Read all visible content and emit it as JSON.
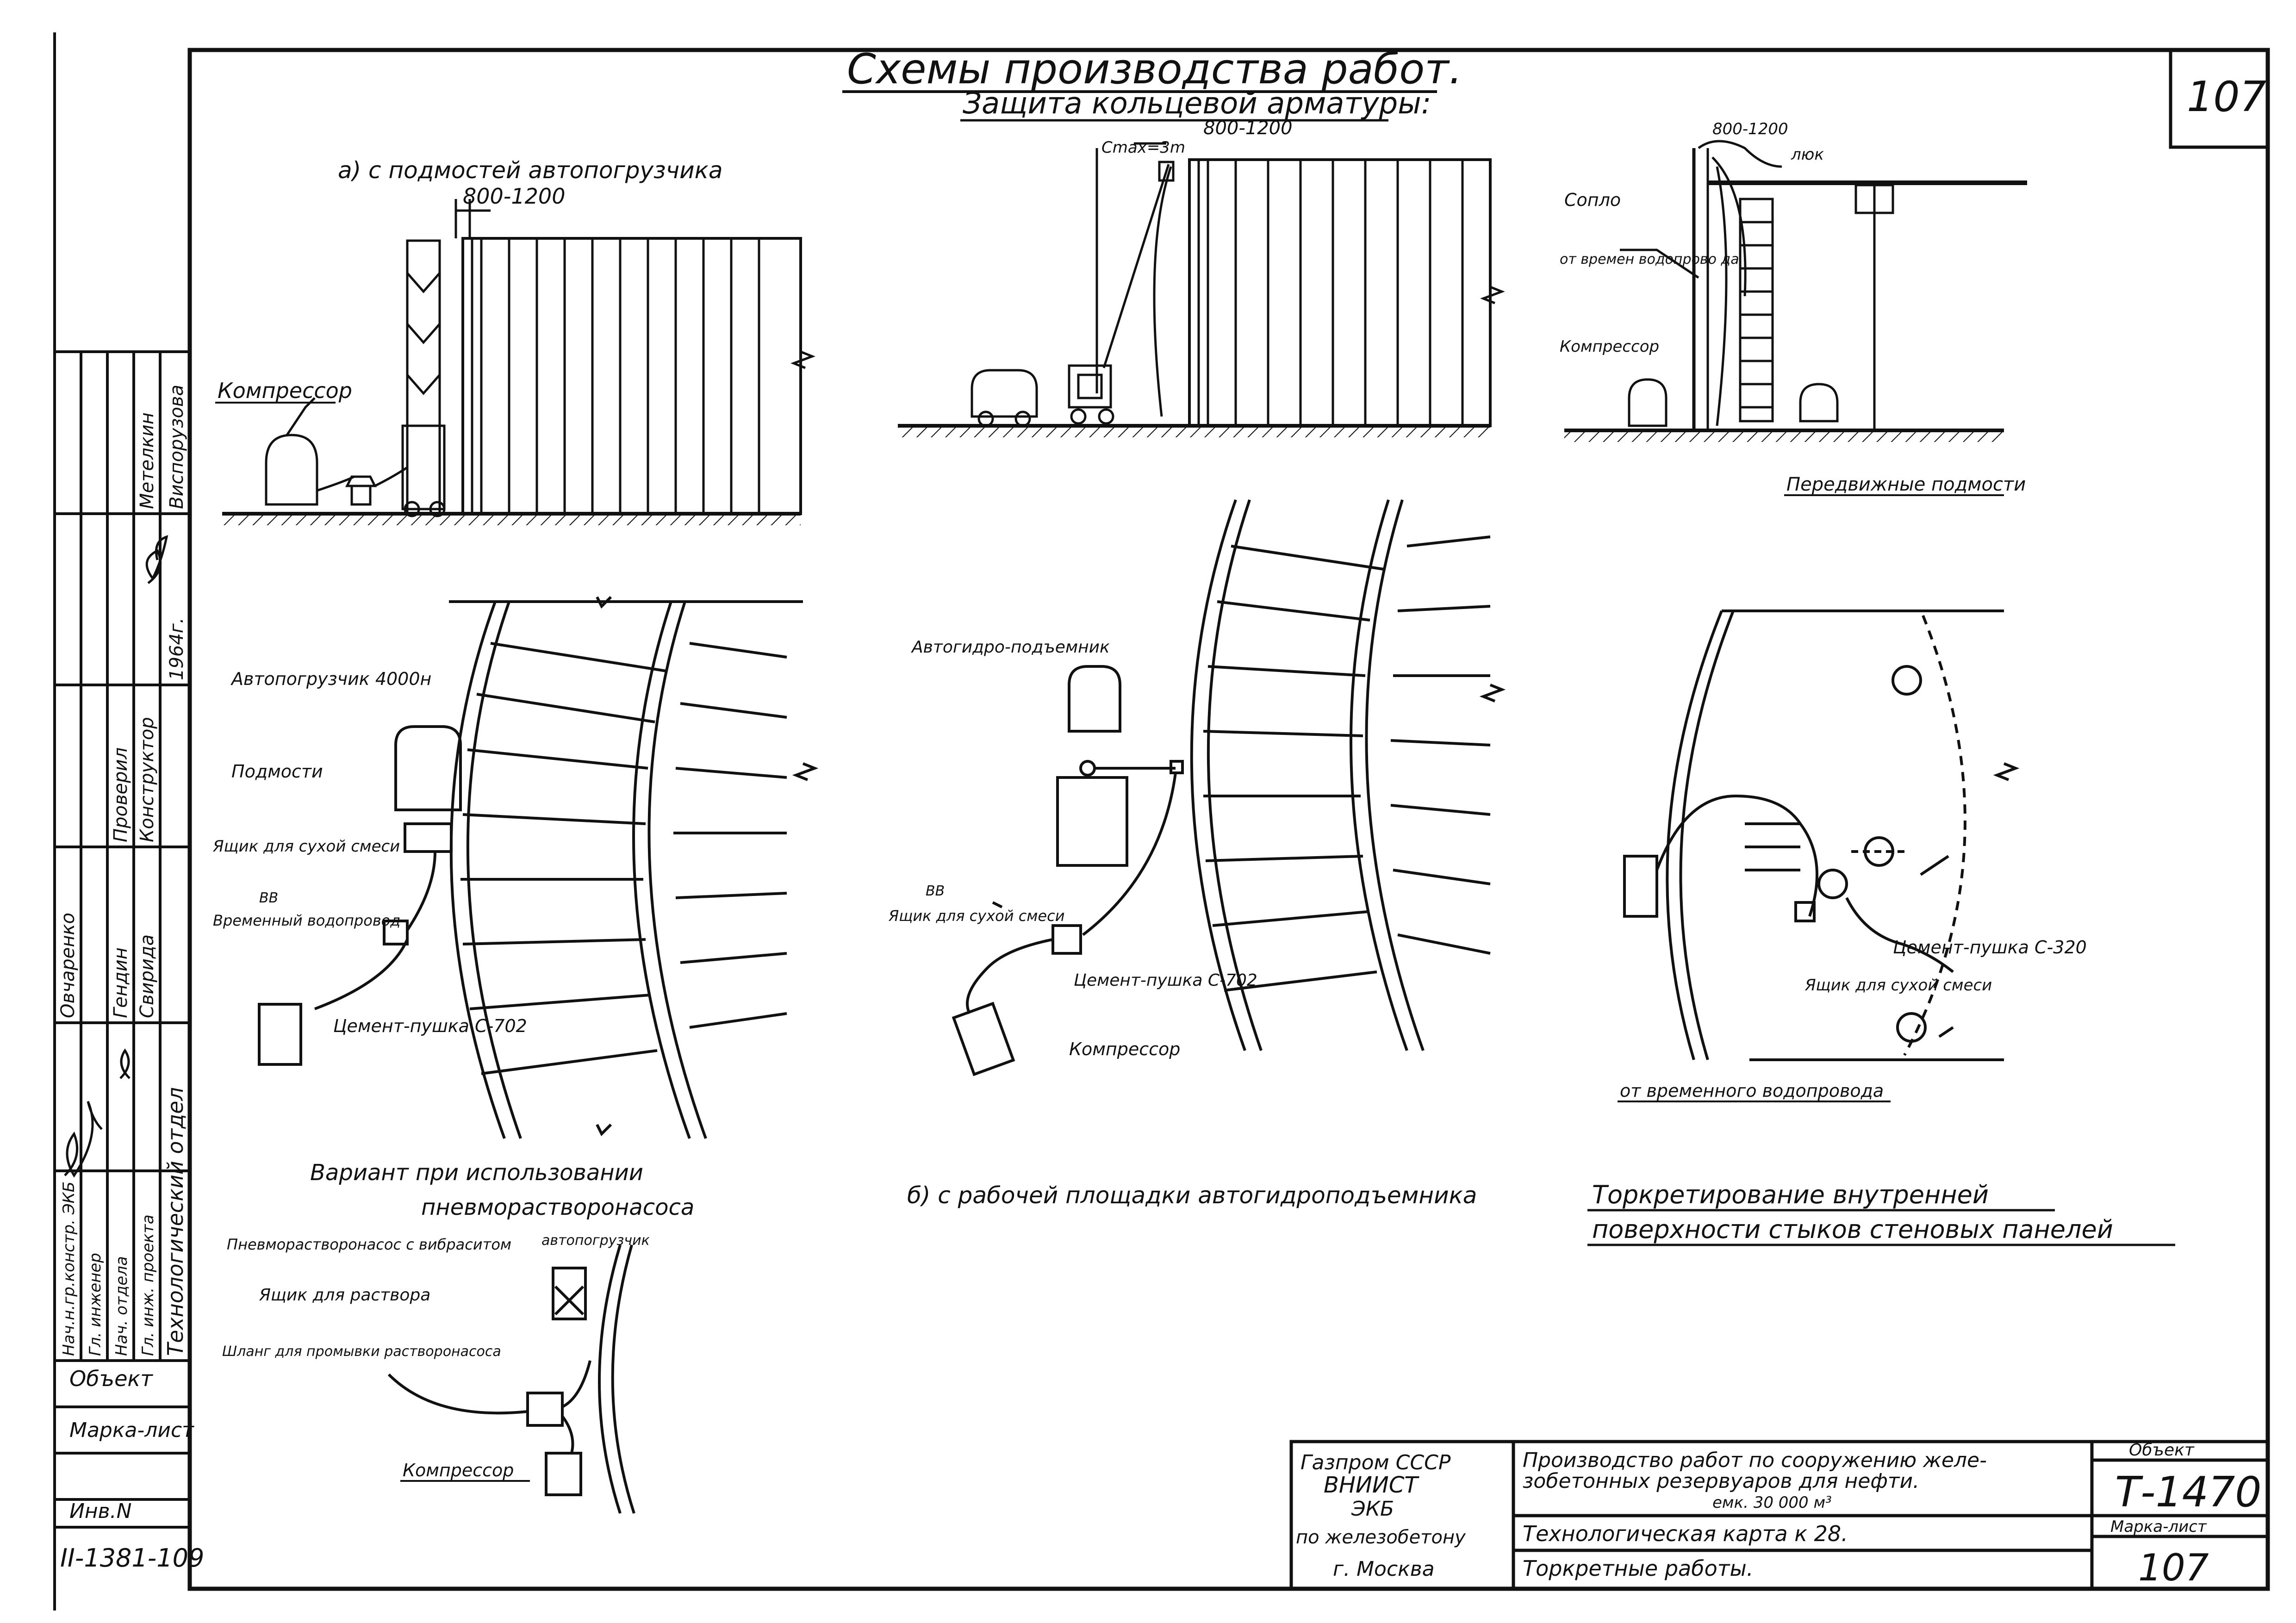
{
  "header": {
    "title": "Схемы производства работ.",
    "subtitle": "Защита кольцевой арматуры:",
    "sheet_number": "107"
  },
  "section_a": {
    "caption": "а) с подмостей автопогрузчика",
    "dimension": "800-1200",
    "compressor_label": "Компрессор"
  },
  "section_b_elevation": {
    "dimension": "800-1200",
    "cmax_label": "Cmax=3m"
  },
  "section_c_elevation": {
    "dimension": "800-1200",
    "hatch_label": "люк",
    "nozzle_label": "Сопло",
    "water_label": "от времен водопрово да",
    "compressor_label": "Компрессор",
    "scaffold_label": "Передвижные подмости"
  },
  "plan_a": {
    "loader_label": "Автопогрузчик 4000н",
    "scaffold_label": "Подмости",
    "box_label": "Ящик для сухой смеси",
    "vv_label": "ВВ",
    "water_label": "Временный водопровод",
    "gun_label": "Цемент-пушка С-702"
  },
  "plan_b": {
    "lift_label": "Автогидро-подъемник",
    "vv_label": "ВВ",
    "box_label": "Ящик для сухой смеси",
    "gun_label": "Цемент-пушка С-702",
    "compressor_label": "Компрессор",
    "caption": "б) с рабочей площадки автогидроподъемника"
  },
  "plan_c": {
    "gun_label": "Цемент-пушка С-320",
    "box_label": "Ящик для сухой смеси",
    "water_label": "от временного водопровода",
    "caption_line1": "Торкретирование внутренней",
    "caption_line2": "поверхности стыков стеновых панелей"
  },
  "variant": {
    "caption_line1": "Вариант при использовании",
    "caption_line2": "пневморастворонасоса",
    "pump_label": "Пневморастворонасос с вибраситом",
    "loader_label": "автопогрузчик",
    "box_label": "Ящик для раствора",
    "hose_label": "Шланг для промывки растворонасоса",
    "compressor_label": "Компрессор"
  },
  "stamp_left": {
    "roles": [
      "Нач.н.гр.констр. ЭКБ",
      "Гл. инженер",
      "Нач. отдела",
      "Гл. инж. проекта",
      "Технологический отдел"
    ],
    "names": [
      "Овчаренко",
      "Гендин",
      "Свирида"
    ],
    "checked_label": "Проверил",
    "designer_label": "Конструктор",
    "names_right": [
      "Метелкин",
      "Виспорузова"
    ],
    "year": "1964г.",
    "object_label": "Объект",
    "mark_sheet_label": "Марка-лист",
    "inv_label": "Инв.N",
    "inv_number": "II-1381-109"
  },
  "title_block": {
    "org_line1": "Газпром СССР",
    "org_line2": "ВНИИСТ",
    "org_line3": "ЭКБ",
    "org_line4": "по железобетону",
    "org_line5": "г. Москва",
    "description_line1": "Производство работ по сооружению желе-",
    "description_line2": "зобетонных резервуаров для нефти.",
    "description_line3": "емк. 30 000 м³",
    "card_label": "Технологическая карта к 28.",
    "work_label": "Торкретные работы.",
    "object_header": "Объект",
    "object_value": "Т-1470",
    "mark_header": "Марка-лист",
    "mark_value": "107"
  }
}
